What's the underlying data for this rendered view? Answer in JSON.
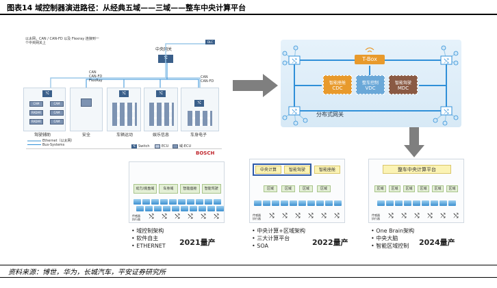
{
  "header": {
    "title": "图表14   域控制器演进路径：从经典五域——三域——整车中央计算平台"
  },
  "footer": {
    "source": "资料来源：博世，华为，长城汽车，平安证券研究所"
  },
  "bosch": {
    "note": "以太网，CAN / CAN-FD 以及 Flexray 连接到一个中央网关上",
    "central_gateway": "中央网关",
    "dlc": "DLC",
    "bus_labels": [
      "CAN\nCAN-FD\nFlexRay",
      "CAN\nCAN-FD"
    ],
    "domains": [
      "驾驶辅助",
      "安全",
      "车辆运动",
      "娱乐信息",
      "车身电子"
    ],
    "cam_labels": [
      "CAM",
      "CAM",
      "RADAR",
      "CAM",
      "RADAR",
      "CAM"
    ],
    "legend_lines": [
      "Ethernet（以太网）",
      "Bus-Systems"
    ],
    "legend_icons": [
      "Switch",
      "ECU",
      "域-ECU"
    ],
    "brand": "BOSCH"
  },
  "huawei": {
    "tbox": "T-Box",
    "domains": [
      {
        "name": "智能座舱",
        "code": "CDC",
        "color": "#e89a2c"
      },
      {
        "name": "整车控制",
        "code": "VDC",
        "color": "#6aa8d8"
      },
      {
        "name": "智能驾驶",
        "code": "MDC",
        "color": "#8a5a44"
      }
    ],
    "gateway_label": "分布式网关"
  },
  "gen2021": {
    "domains": [
      "动力/底盘域",
      "车身域",
      "智能座舱",
      "智能驾驶"
    ],
    "exec_label": "传感器\n执行器",
    "bullets": [
      "域控制架构",
      "软件自主",
      "ETHERNET"
    ],
    "year": "2021量产"
  },
  "gen2022": {
    "top": [
      "中央计算",
      "智能驾驶",
      "智能座舱"
    ],
    "regions": [
      "区域",
      "区域",
      "区域",
      "区域"
    ],
    "exec_label": "传感器\n执行器",
    "bullets": [
      "中央计算+区域架构",
      "三大计算平台",
      "SOA"
    ],
    "year": "2022量产"
  },
  "gen2024": {
    "top": [
      "整车中央计算平台"
    ],
    "regions": [
      "区域",
      "区域",
      "区域",
      "区域",
      "区域",
      "区域"
    ],
    "exec_label": "传感器\n执行器",
    "bullets": [
      "One Brain架构",
      "中央大脑",
      "智能区域控制"
    ],
    "year": "2024量产"
  },
  "colors": {
    "accent_blue": "#2f8fd8",
    "arrow_gray": "#7f7f7f"
  }
}
